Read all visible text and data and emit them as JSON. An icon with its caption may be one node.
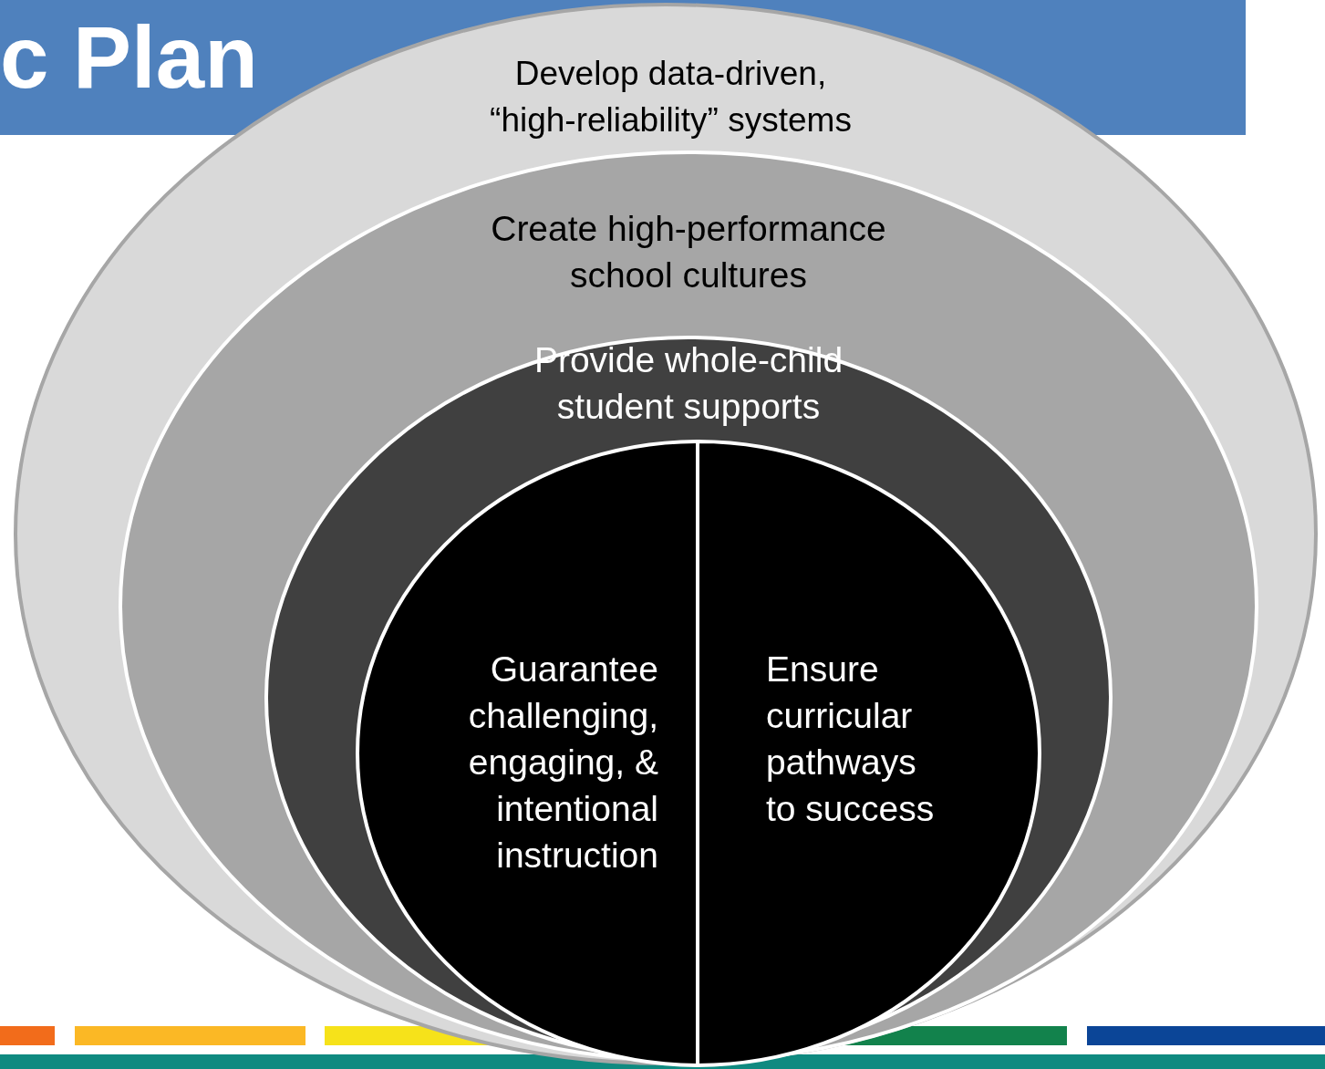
{
  "diagram": {
    "title": "c Plan",
    "nodes": [
      {
        "text": [
          "Develop data-driven, “high-reliability” systems"
        ]
      },
      {
        "text": [
          "Create high-performance school cultures"
        ],
        "in": 0
      },
      {
        "text": [
          "Provide whole-child student supports"
        ],
        "in": 1
      },
      {
        "text": [
          "Guarantee challenging, engaging, & intentional instruction"
        ],
        "in": 2
      },
      {
        "text": [
          "Ensure curricular pathways to success"
        ],
        "in": 2
      }
    ]
  }
}
